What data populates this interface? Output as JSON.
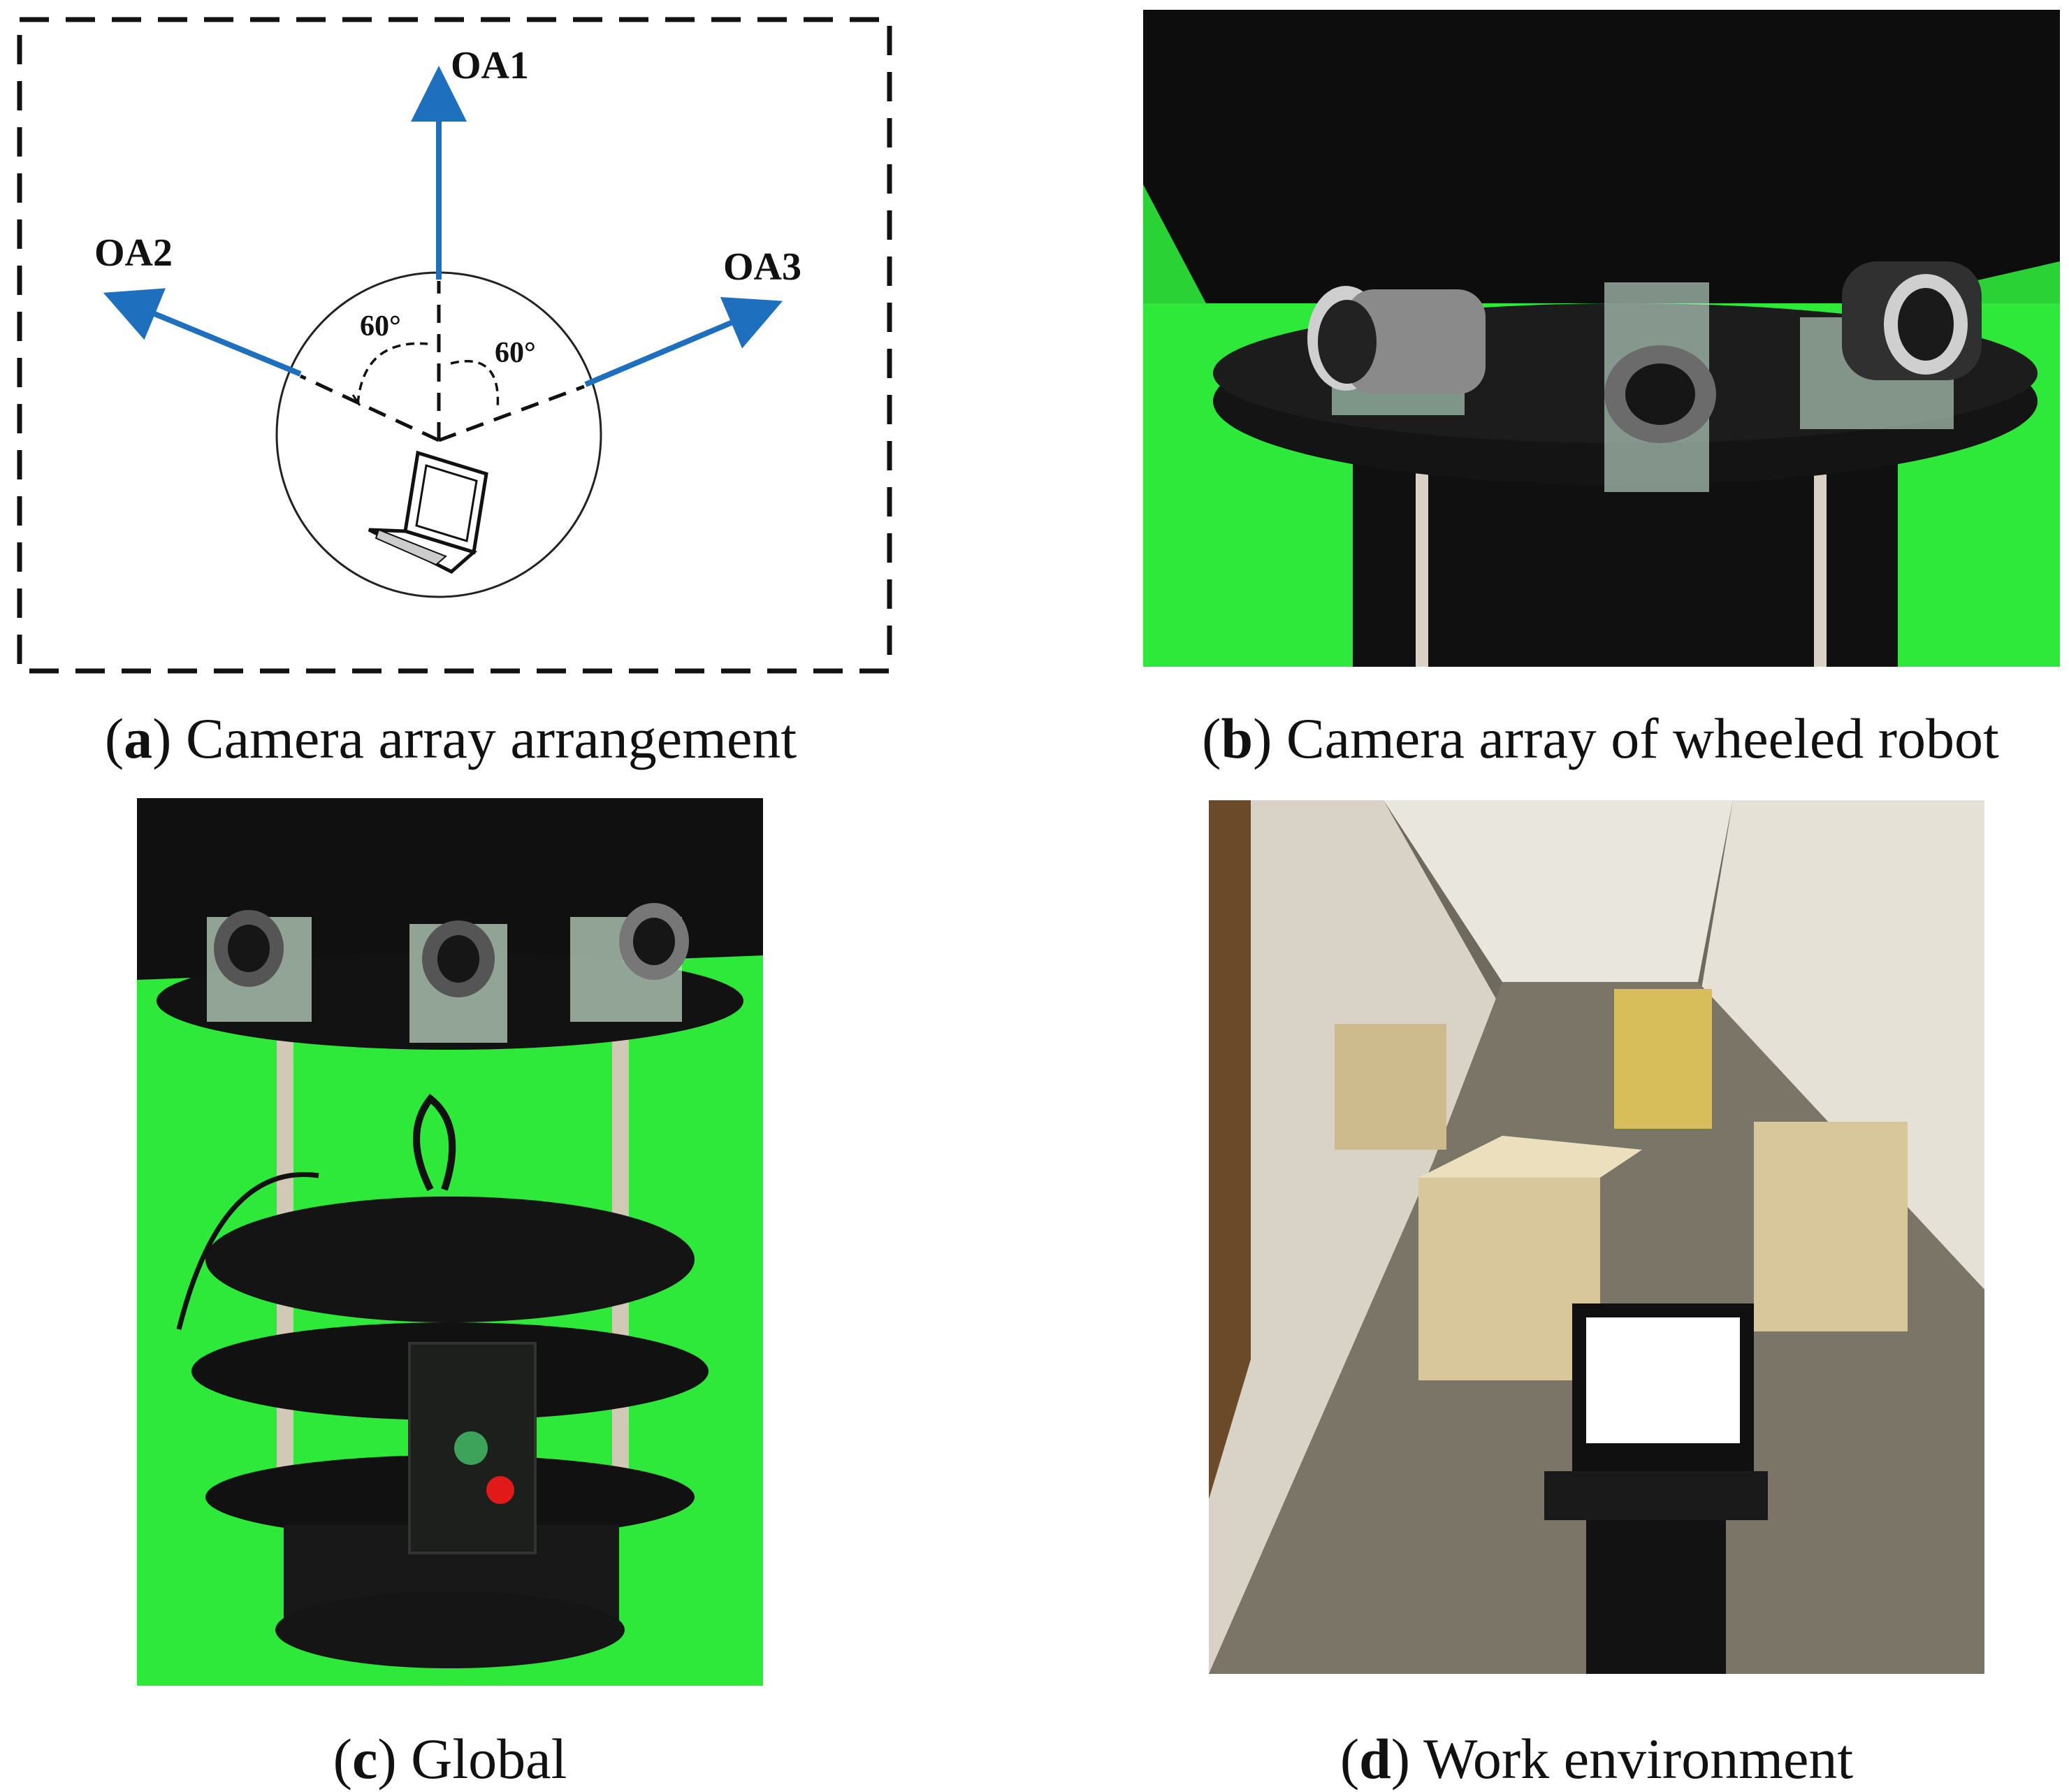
{
  "panel_a": {
    "labels": {
      "oa1": "OA1",
      "oa2": "OA2",
      "oa3": "OA3",
      "angle_left": "60°",
      "angle_right": "60°"
    },
    "caption": {
      "letter": "a",
      "text": "Camera array arrangement"
    },
    "colors": {
      "arrow": "#1f6fbf",
      "dash": "#111111"
    }
  },
  "panel_b": {
    "caption": {
      "letter": "b",
      "text": "Camera array of wheeled robot"
    }
  },
  "panel_c": {
    "caption": {
      "letter": "c",
      "text": "Global"
    }
  },
  "panel_d": {
    "caption": {
      "letter": "d",
      "text": "Work environment"
    }
  },
  "colors": {
    "green_screen": "#2ee83a",
    "dark_robot": "#151515",
    "floor": "#6f6a5e",
    "cabinet": "#d8c79a"
  }
}
